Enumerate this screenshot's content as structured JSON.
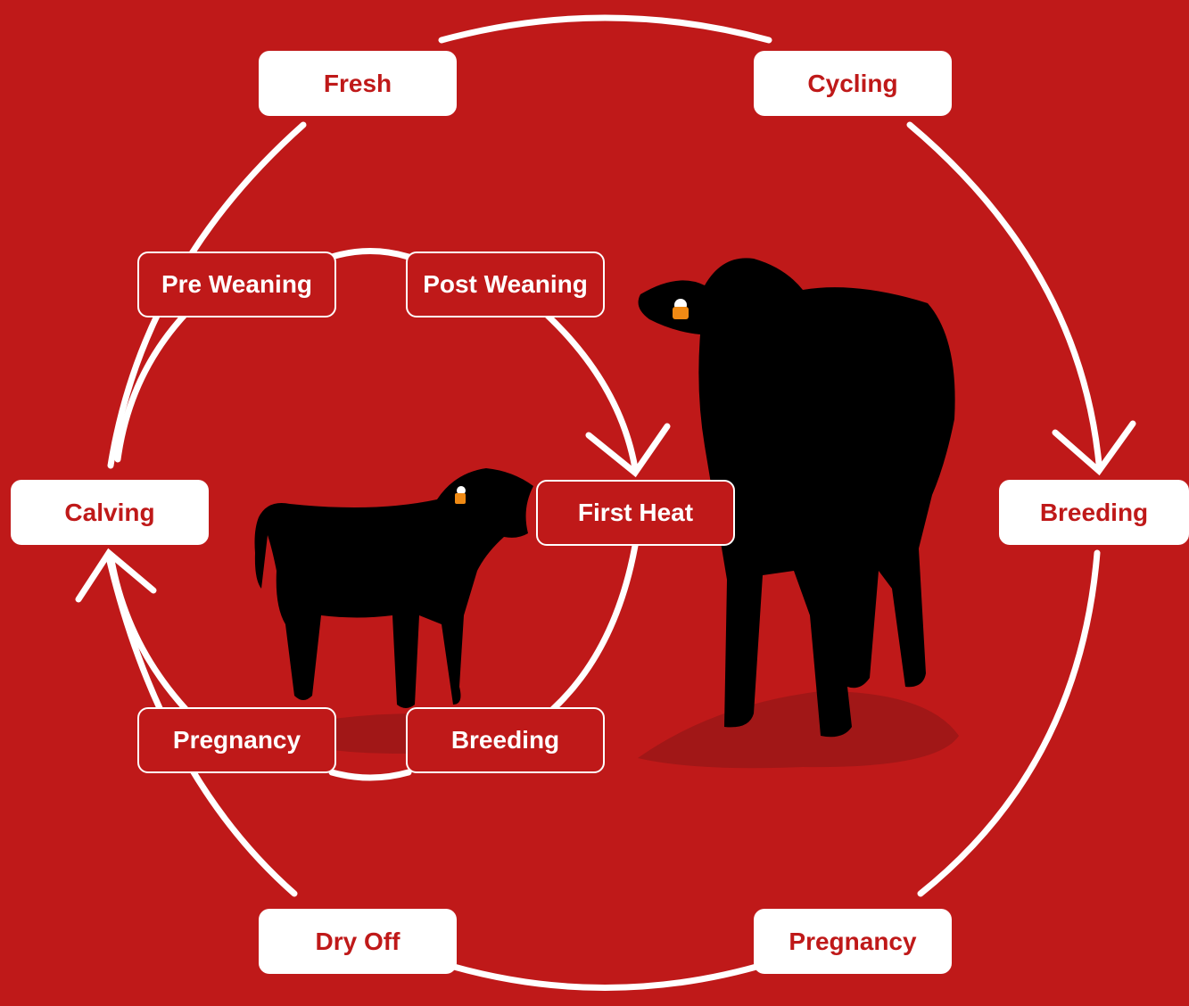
{
  "colors": {
    "background": "#bf1919",
    "ring": "#ffffff",
    "silhouette": "#000000",
    "shadow": "#a11717",
    "ear_tag": "#f08a14"
  },
  "outer_cycle": {
    "fresh": "Fresh",
    "cycling": "Cycling",
    "breeding": "Breeding",
    "pregnancy": "Pregnancy",
    "dry_off": "Dry Off",
    "calving": "Calving"
  },
  "inner_cycle": {
    "pre_weaning": "Pre Weaning",
    "post_weaning": "Post Weaning",
    "first_heat": "First Heat",
    "breeding": "Breeding",
    "pregnancy": "Pregnancy"
  },
  "illustrations": {
    "cow": "cow-silhouette",
    "calf": "calf-silhouette"
  }
}
